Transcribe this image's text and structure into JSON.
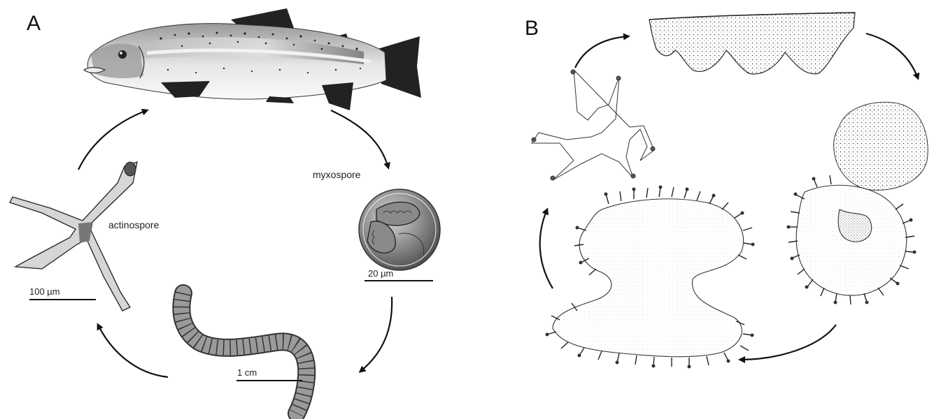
{
  "panels": {
    "a": {
      "letter": "A",
      "labels": {
        "myxospore": "myxospore",
        "actinospore": "actinospore"
      },
      "scale_bars": {
        "myxospore": "20 µm",
        "actinospore": "100 µm",
        "worm": "1 cm"
      }
    },
    "b": {
      "letter": "B"
    }
  },
  "colors": {
    "ink": "#111111",
    "fish_dark": "#2a2a2a",
    "fish_light": "#d9d9d9",
    "spore_fill": "#8a8a8a",
    "worm_fill": "#9a9a9a"
  }
}
